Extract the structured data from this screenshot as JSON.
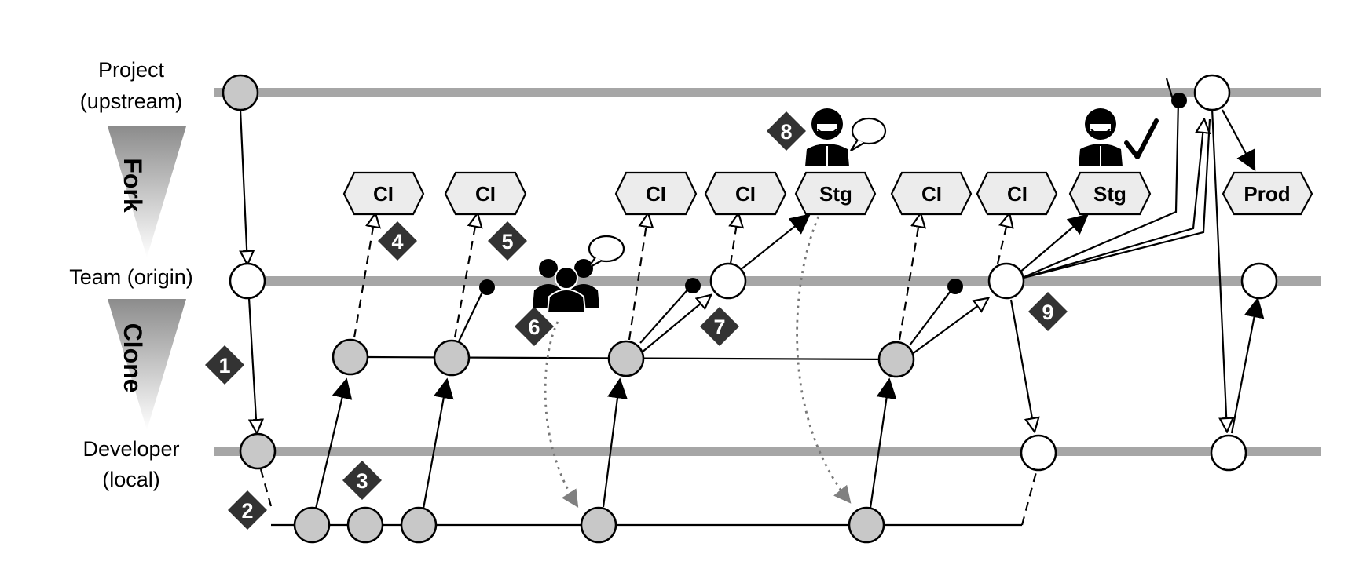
{
  "lanes": {
    "project_line1": "Project",
    "project_line2": "(upstream)",
    "team": "Team (origin)",
    "developer_line1": "Developer",
    "developer_line2": "(local)"
  },
  "funnels": {
    "fork": "Fork",
    "clone": "Clone"
  },
  "boxes": [
    "CI",
    "CI",
    "CI",
    "CI",
    "Stg",
    "CI",
    "CI",
    "Stg",
    "Prod"
  ],
  "badges": [
    "1",
    "2",
    "3",
    "4",
    "5",
    "6",
    "7",
    "8",
    "9"
  ],
  "icons": {
    "team_group": "people-group-icon",
    "speech": "speech-bubble-icon",
    "reviewer": "reviewer-person-icon",
    "approval": "checkmark-icon"
  }
}
